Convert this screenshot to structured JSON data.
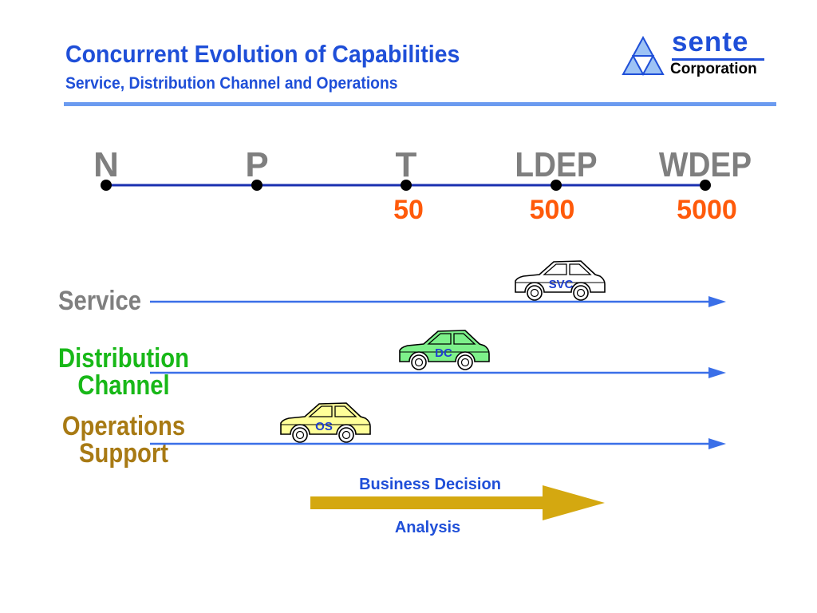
{
  "header": {
    "title": "Concurrent Evolution of Capabilities",
    "subtitle": "Service, Distribution Channel and Operations"
  },
  "logo": {
    "name": "sente",
    "corp": "Corporation",
    "icon": "triangle-logo-icon",
    "color": "#1f4fd8"
  },
  "timeline": {
    "stages": [
      {
        "label": "N",
        "value": ""
      },
      {
        "label": "P",
        "value": ""
      },
      {
        "label": "T",
        "value": "50"
      },
      {
        "label": "LDEP",
        "value": "500"
      },
      {
        "label": "WDEP",
        "value": "5000"
      }
    ],
    "line_color": "#1a2fb0",
    "value_color": "#ff5a0a"
  },
  "tracks": [
    {
      "label_lines": [
        "Service"
      ],
      "car_tag": "SVC",
      "car_color": "#ffffff",
      "label_color": "#7f7f7f"
    },
    {
      "label_lines": [
        "Distribution",
        "Channel"
      ],
      "car_tag": "DC",
      "car_color": "#7df08a",
      "label_color": "#18b818"
    },
    {
      "label_lines": [
        "Operations",
        "Support"
      ],
      "car_tag": "OS",
      "car_color": "#ffff99",
      "label_color": "#a87a14"
    }
  ],
  "business_decision": {
    "line1": "Business Decision",
    "line2": "Analysis",
    "arrow_color": "#d4a810"
  }
}
